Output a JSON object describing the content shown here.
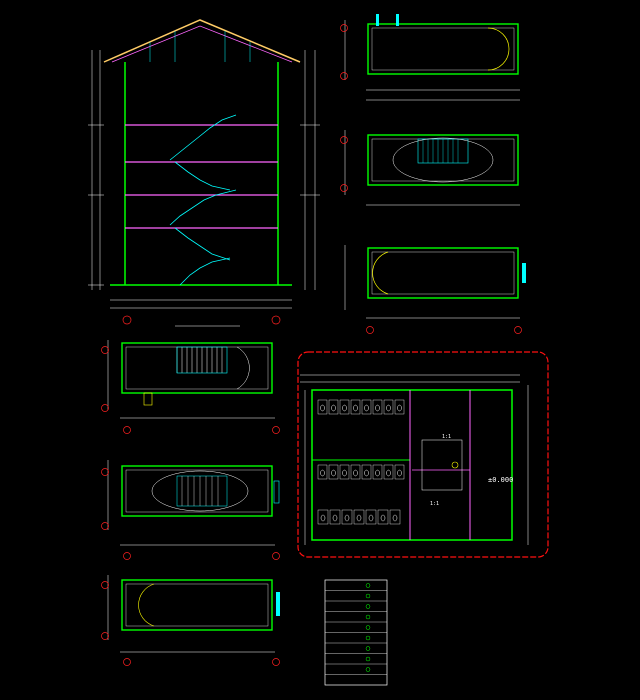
{
  "drawing": {
    "legend_rows": 10,
    "colors": {
      "background": "#000000",
      "wall": "#00ff00",
      "dim": "#ffffff",
      "axis": "#ff2020",
      "stair": "#00ffff",
      "door": "#ffff00",
      "revcloud": "#ff1010",
      "hatch": "#ff66ff",
      "accent_blue": "#3399ff",
      "roof": "#ffcc66"
    },
    "labels": {
      "big_value": "±0.000",
      "block_note_1": "1:1",
      "block_note_2": "1:1"
    }
  }
}
